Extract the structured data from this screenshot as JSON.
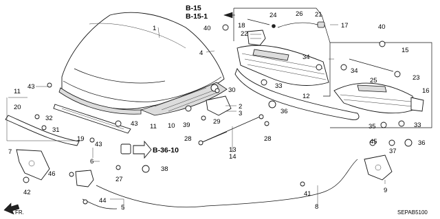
{
  "diagram": {
    "diagram_code": "SEPAB5100",
    "direction_label": "FR.",
    "references": {
      "b15": "B-15",
      "b151": "B-15-1",
      "b3610": "B-36-10"
    },
    "callouts": {
      "c1": "1",
      "c2": "2",
      "c3": "3",
      "c4": "4",
      "c5": "5",
      "c6": "6",
      "c7": "7",
      "c8": "8",
      "c9": "9",
      "c10": "10",
      "c11a": "11",
      "c11b": "11",
      "c12": "12",
      "c13": "13",
      "c14": "14",
      "c15": "15",
      "c16": "16",
      "c17": "17",
      "c18": "18",
      "c19": "19",
      "c20": "20",
      "c21": "21",
      "c22": "22",
      "c23": "23",
      "c24": "24",
      "c25": "25",
      "c26": "26",
      "c27": "27",
      "c28a": "28",
      "c28b": "28",
      "c29": "29",
      "c30": "30",
      "c31": "31",
      "c32": "32",
      "c33a": "33",
      "c33b": "33",
      "c34a": "34",
      "c34b": "34",
      "c35": "35",
      "c36a": "36",
      "c36b": "36",
      "c37": "37",
      "c38": "38",
      "c39": "39",
      "c40a": "40",
      "c40b": "40",
      "c41": "41",
      "c42": "42",
      "c43a": "43",
      "c43b": "43",
      "c43c": "43",
      "c44": "44",
      "c45": "45",
      "c46": "46"
    }
  }
}
